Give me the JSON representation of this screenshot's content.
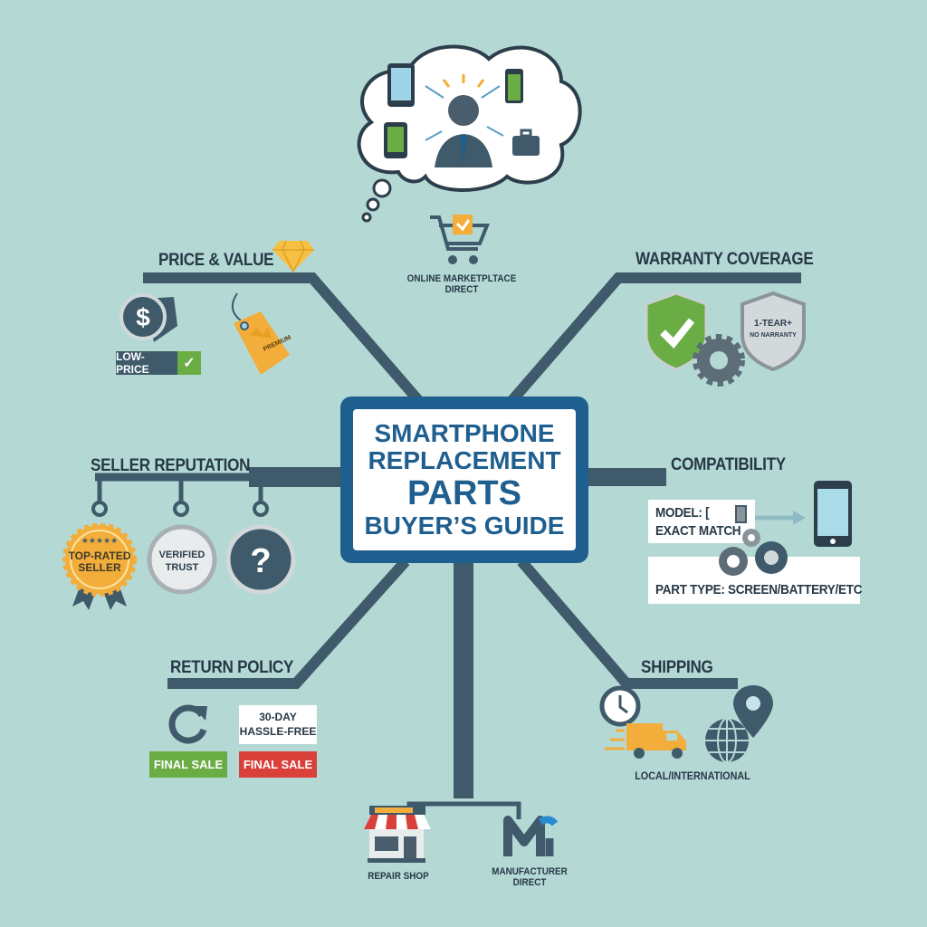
{
  "title": {
    "line1": "SMARTPHONE",
    "line2": "REPLACEMENT",
    "line3": "PARTS",
    "line4": "BUYER’S GUIDE"
  },
  "top": {
    "marketplace_line1": "ONLINE MARKETPLTACE",
    "marketplace_line2": "DIRECT"
  },
  "price_value": {
    "heading": "PRICE & VALUE",
    "low_price_label": "LOW-PRICE",
    "tag_text": "PREMIUM"
  },
  "warranty": {
    "heading": "WARRANTY COVERAGE",
    "shield_line1": "1-TEAR+",
    "shield_line2": "NO NARRANTY"
  },
  "seller": {
    "heading": "SELLER REPUTATION",
    "badge1_line1": "TOP-RATED",
    "badge1_line2": "SELLER",
    "badge2_line1": "VERIFIED",
    "badge2_line2": "TRUST",
    "badge3": "?"
  },
  "compatibility": {
    "heading": "COMPATIBILITY",
    "model_line1": "MODEL: [",
    "model_line2": "EXACT MATCH",
    "part_type": "PART TYPE: SCREEN/BATTERY/ETC"
  },
  "returns": {
    "heading": "RETURN POLICY",
    "green_label": "FINAL SALE",
    "hassle_line1": "30-DAY",
    "hassle_line2": "HASSLE-FREE",
    "red_label": "FINAL SALE"
  },
  "shipping": {
    "heading": "SHIPPING",
    "scope": "LOCAL/INTERNATIONAL"
  },
  "bottom": {
    "repair_shop": "REPAIR SHOP",
    "manufacturer_line1": "MANUFACTURER",
    "manufacturer_line2": "DIRECT"
  },
  "colors": {
    "background": "#b4d9d5",
    "line": "#3f5a6a",
    "accent_blue": "#1f5f8f",
    "green": "#6aad45",
    "red": "#d9403a",
    "orange": "#f2ad3a"
  }
}
